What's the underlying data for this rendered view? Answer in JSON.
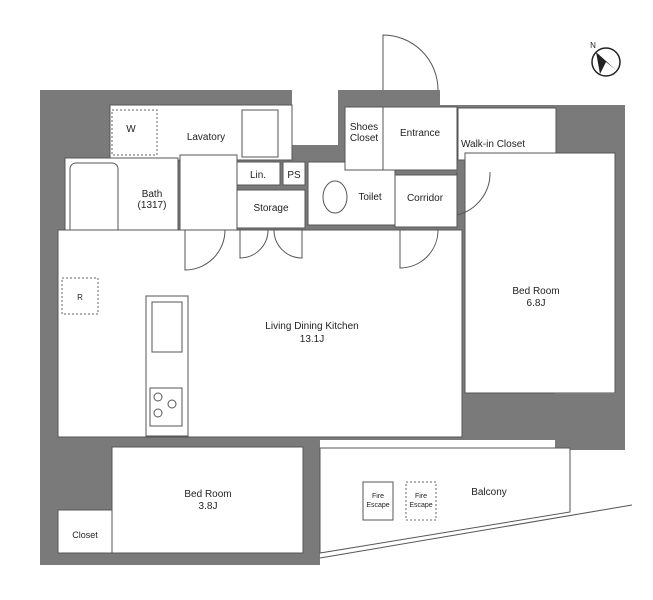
{
  "floor_plan": {
    "rooms": {
      "lavatory": "Lavatory",
      "washer": "W",
      "bath": "Bath",
      "bath_size": "(1317)",
      "linen": "Lin.",
      "pipe_space": "PS",
      "storage": "Storage",
      "toilet": "Toilet",
      "shoes_closet_1": "Shoes",
      "shoes_closet_2": "Closet",
      "entrance": "Entrance",
      "walk_in_closet": "Walk-in Closet",
      "corridor": "Corridor",
      "refrigerator": "R",
      "ldk": "Living Dining Kitchen",
      "ldk_size": "13.1J",
      "bedroom_large": "Bed Room",
      "bedroom_large_size": "6.8J",
      "bedroom_small": "Bed Room",
      "bedroom_small_size": "3.8J",
      "closet": "Closet",
      "balcony": "Balcony",
      "fire_escape_1a": "Fire",
      "fire_escape_1b": "Escape",
      "fire_escape_2a": "Fire",
      "fire_escape_2b": "Escape"
    },
    "compass": "N"
  }
}
